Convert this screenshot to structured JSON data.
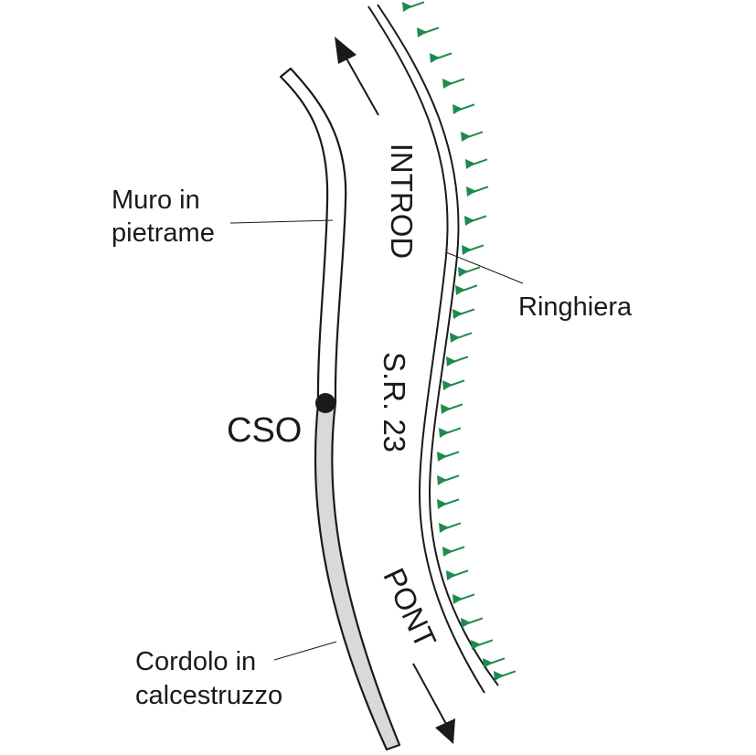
{
  "labels": {
    "wall_line1": "Muro in",
    "wall_line2": "pietrame",
    "railing": "Ringhiera",
    "point": "CSO",
    "curb_line1": "Cordolo in",
    "curb_line2": "calcestruzzo",
    "direction_up": "INTROD",
    "road": "S.R. 23",
    "direction_down": "PONT"
  },
  "colors": {
    "line": "#1a1a1a",
    "curb_fill": "#d9d9d9",
    "railing_ticks": "#1f8a4c"
  }
}
